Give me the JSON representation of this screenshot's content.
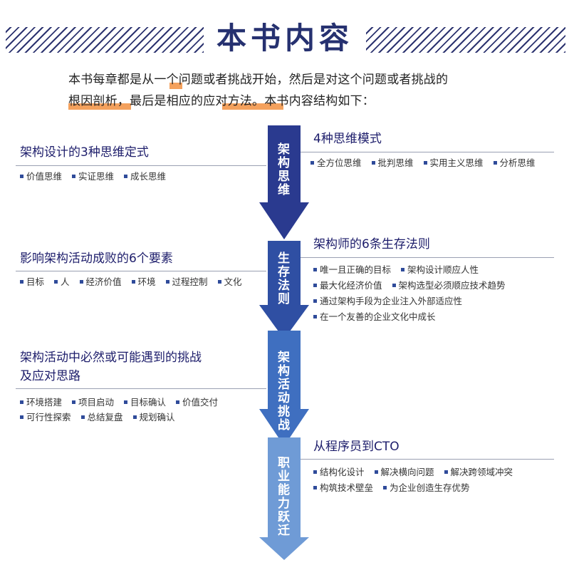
{
  "header": {
    "title": "本书内容"
  },
  "intro": {
    "line1": "本书每章都是从一个问题或者挑战开始，然后是对这个问题或者挑战的",
    "line2": "根因剖析，最后是相应的应对方法。本书内容结构如下："
  },
  "spine": [
    {
      "label": "架构思维",
      "color": "#2a3a8f"
    },
    {
      "label": "生存法则",
      "color": "#2f4fa3"
    },
    {
      "label": "架构活动挑战",
      "color": "#3f6fc0"
    },
    {
      "label": "职业能力跃迁",
      "color": "#6f9bd6"
    }
  ],
  "left": [
    {
      "title": "架构设计的3种思维定式",
      "rows": [
        [
          "价值思维",
          "实证思维",
          "成长思维"
        ]
      ]
    },
    {
      "title": "影响架构活动成败的6个要素",
      "rows": [
        [
          "目标",
          "人",
          "经济价值",
          "环境",
          "过程控制",
          "文化"
        ]
      ]
    },
    {
      "title": "架构活动中必然或可能遇到的挑战",
      "title2": "及应对思路",
      "rows": [
        [
          "环境搭建",
          "项目启动",
          "目标确认",
          "价值交付"
        ],
        [
          "可行性探索",
          "总结复盘",
          "规划确认"
        ]
      ]
    }
  ],
  "right": [
    {
      "title": "4种思维模式",
      "rows": [
        [
          "全方位思维",
          "批判思维",
          "实用主义思维",
          "分析思维"
        ]
      ]
    },
    {
      "title": "架构师的6条生存法则",
      "rows": [
        [
          "唯一且正确的目标",
          "架构设计顺应人性"
        ],
        [
          "最大化经济价值",
          "架构选型必须顺应技术趋势"
        ],
        [
          "通过架构手段为企业注入外部适应性"
        ],
        [
          "在一个友善的企业文化中成长"
        ]
      ]
    },
    {
      "title": "从程序员到CTO",
      "rows": [
        [
          "结构化设计",
          "解决横向问题",
          "解决跨领域冲突"
        ],
        [
          "构筑技术壁垒",
          "为企业创造生存优势"
        ]
      ]
    }
  ]
}
